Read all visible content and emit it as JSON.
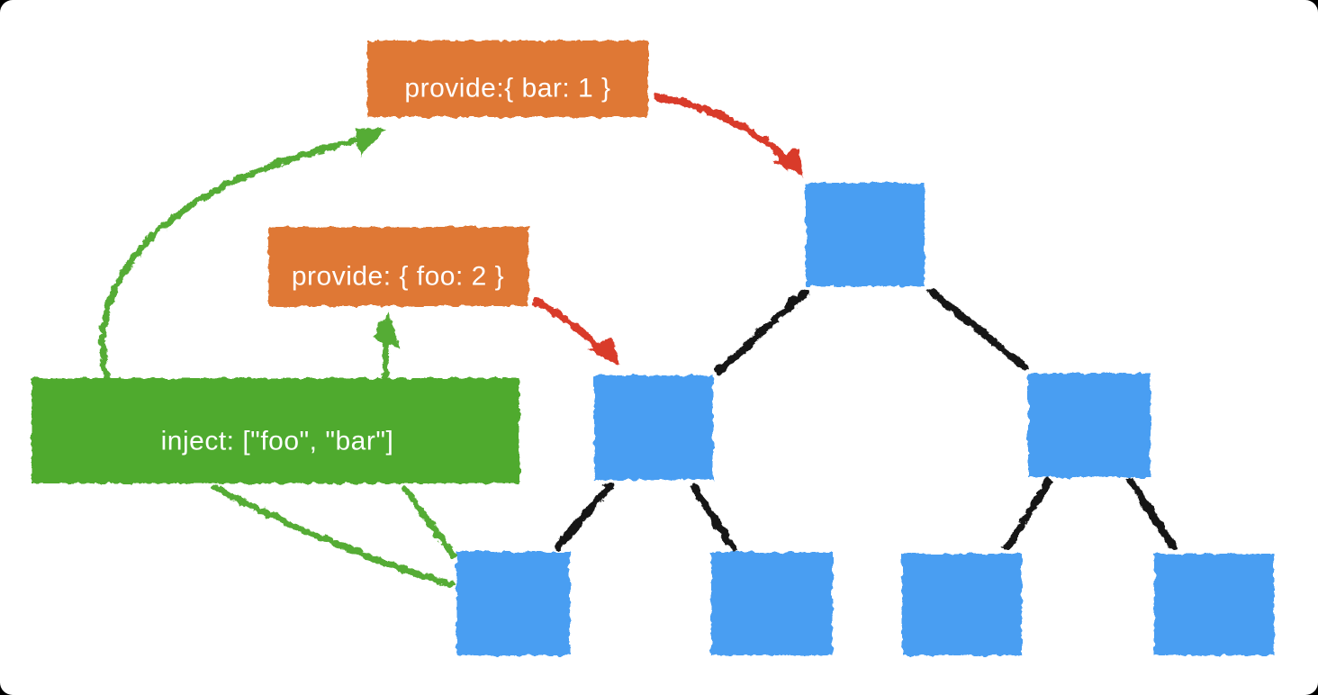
{
  "diagram": {
    "kind": "vue-provide-inject-component-tree",
    "boxes": {
      "provide_bar": {
        "label": "provide:{ bar: 1 }"
      },
      "provide_foo": {
        "label": "provide: { foo: 2 }"
      },
      "inject": {
        "label": "inject: [\"foo\", \"bar\"]"
      }
    },
    "colors": {
      "provide_box": "#DF7836",
      "inject_box": "#50AA2F",
      "inject_arrow": "#55AC34",
      "provide_arrow": "#D93A2B",
      "component_node": "#4A9EF2",
      "tree_edge": "#161616",
      "label_text": "#FFFFFF",
      "canvas": "#FFFFFF"
    }
  }
}
